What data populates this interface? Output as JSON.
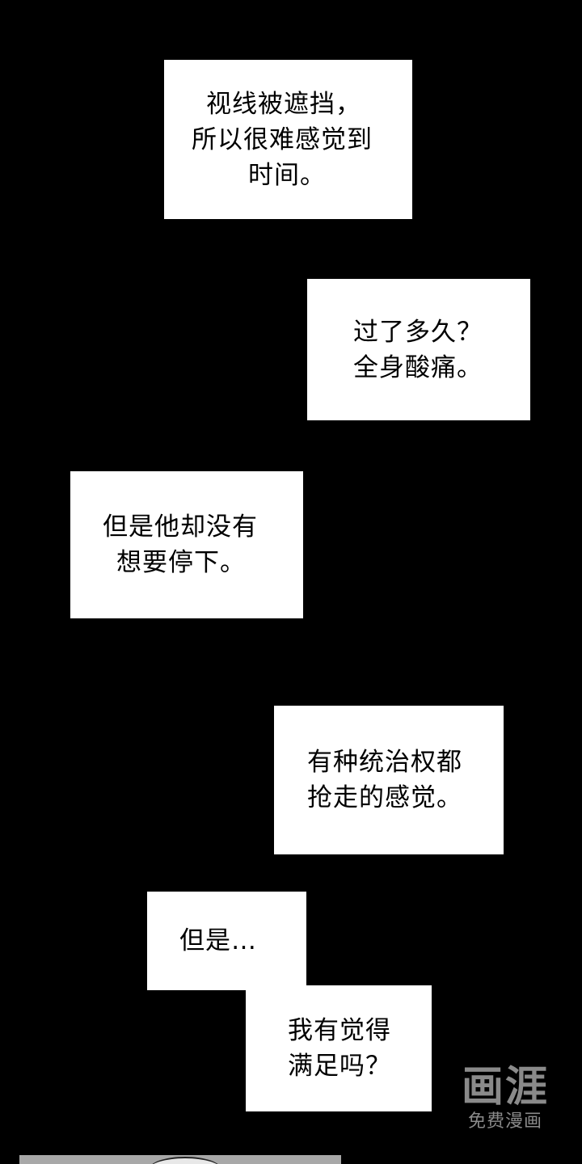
{
  "panels": [
    {
      "id": "b1",
      "lines": [
        "视线被遮挡，",
        "所以很难感觉到",
        "时间。"
      ]
    },
    {
      "id": "b2",
      "lines": [
        "过了多久？",
        "全身酸痛。"
      ]
    },
    {
      "id": "b3",
      "lines": [
        "但是他却没有",
        "想要停下。"
      ]
    },
    {
      "id": "b4",
      "lines": [
        "有种统治权都",
        "抢走的感觉。"
      ]
    },
    {
      "id": "b5",
      "lines": [
        "但是…"
      ]
    },
    {
      "id": "b6",
      "lines": [
        "我有觉得",
        "满足吗？"
      ]
    }
  ],
  "watermark": {
    "logo": "画涯",
    "subtitle": "免费漫画",
    "color": "#8a8a8a"
  },
  "colors": {
    "background": "#000000",
    "caption_box": "#ffffff",
    "text": "#000000"
  }
}
